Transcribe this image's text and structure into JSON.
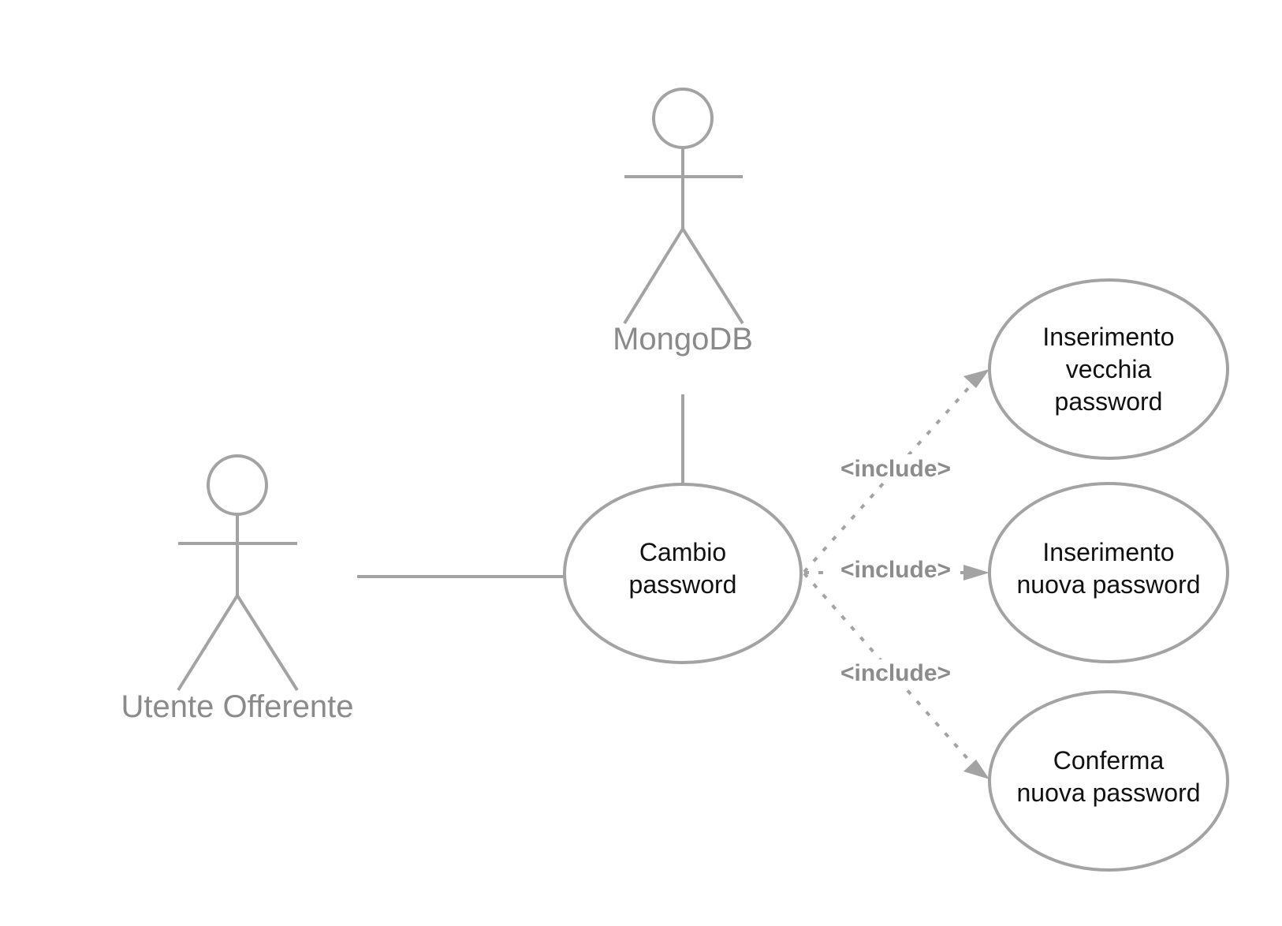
{
  "actors": {
    "mongodb": {
      "label": "MongoDB"
    },
    "utente": {
      "label": "Utente Offerente"
    }
  },
  "use_cases": {
    "cambio": {
      "line1": "Cambio",
      "line2": "password"
    },
    "vecchia": {
      "line1": "Inserimento",
      "line2": "vecchia",
      "line3": "password"
    },
    "nuova": {
      "line1": "Inserimento",
      "line2": "nuova password"
    },
    "conferma": {
      "line1": "Conferma",
      "line2": "nuova password"
    }
  },
  "relations": {
    "include_top": "<include>",
    "include_mid": "<include>",
    "include_bottom": "<include>"
  }
}
